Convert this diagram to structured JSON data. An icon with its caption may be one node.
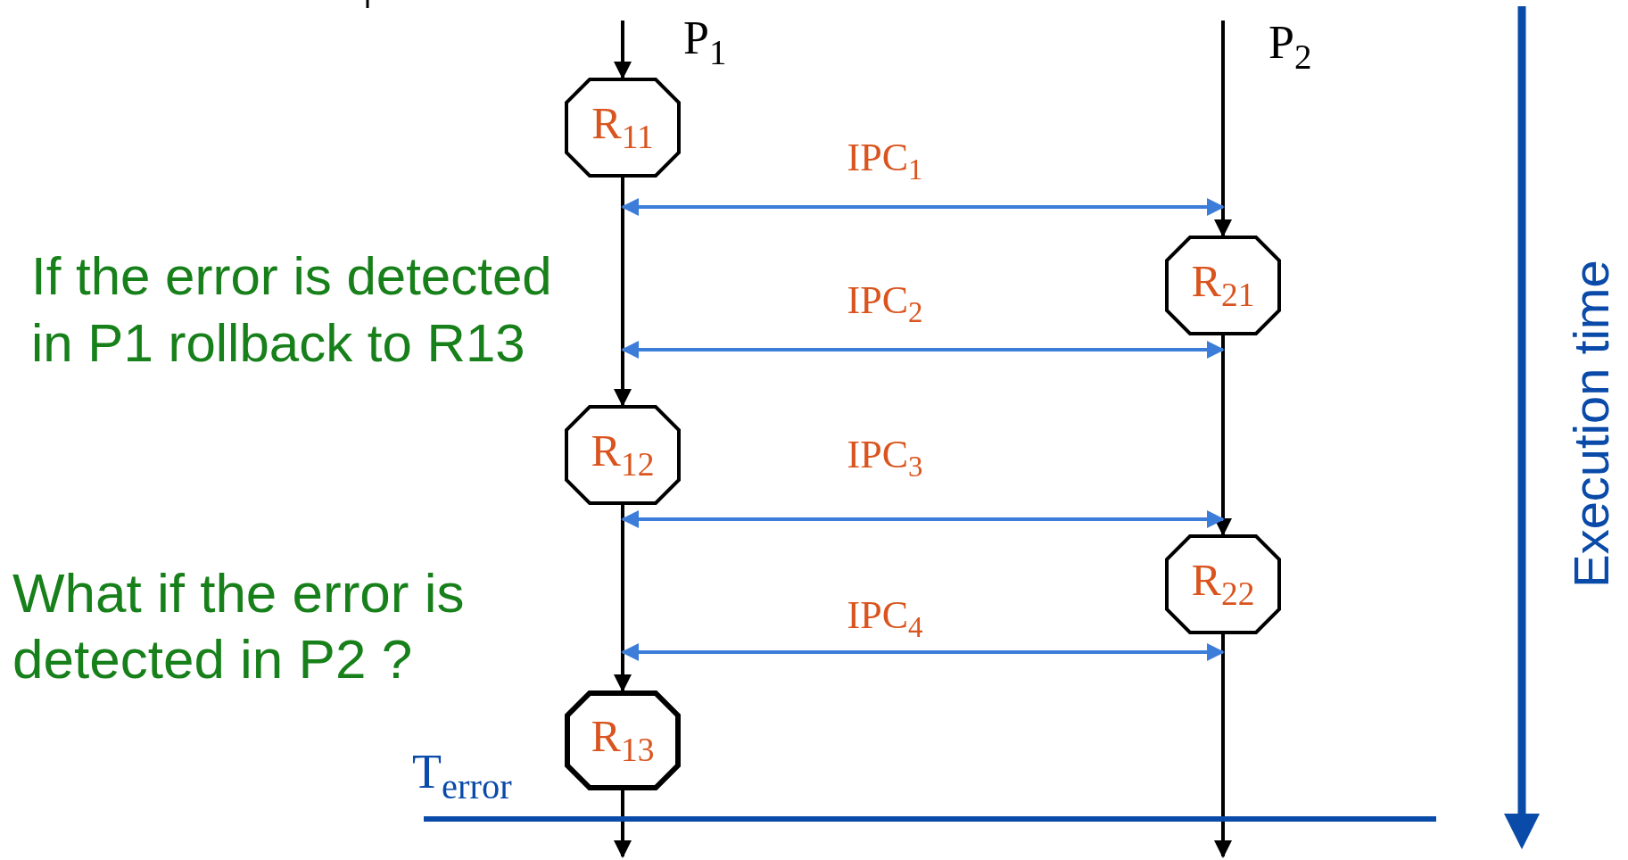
{
  "diagram": {
    "nodes": [
      {
        "text": [
          "R$_{11}$"
        ]
      },
      {
        "text": [
          "R$_{21}$"
        ]
      },
      {
        "text": [
          "R$_{12}$"
        ]
      },
      {
        "text": [
          "R$_{22}$"
        ]
      },
      {
        "text": [
          "R$_{13}$"
        ]
      }
    ],
    "edges": [
      {
        "from": null,
        "to": 0,
        "arrow": "to"
      },
      {
        "from": 0,
        "to": 2,
        "arrow": "to"
      },
      {
        "from": 2,
        "to": 4,
        "arrow": "to"
      },
      {
        "from": 4,
        "to": null,
        "arrow": "to"
      },
      {
        "from": null,
        "to": 1,
        "arrow": "to"
      },
      {
        "from": 1,
        "to": 3,
        "arrow": "to"
      },
      {
        "from": 3,
        "to": null,
        "arrow": "to"
      },
      {
        "from": 0,
        "to": 1,
        "arrow": "both",
        "label": "IPC$_{1}$",
        "color": "#3c7dd9"
      },
      {
        "from": 2,
        "to": 1,
        "arrow": "both",
        "label": "IPC$_{2}$",
        "color": "#3c7dd9"
      },
      {
        "from": 2,
        "to": 3,
        "arrow": "both",
        "label": "IPC$_{3}$",
        "color": "#3c7dd9"
      },
      {
        "from": 4,
        "to": 3,
        "arrow": "both",
        "label": "IPC$_{4}$",
        "color": "#3c7dd9"
      }
    ],
    "labels": [
      "P$_{1}$",
      "P$_{2}$",
      "If the error is detected in P1 rollback to R13",
      "What if the error is detected in P2 ?",
      "T$_{error}$",
      "Execution time"
    ]
  }
}
